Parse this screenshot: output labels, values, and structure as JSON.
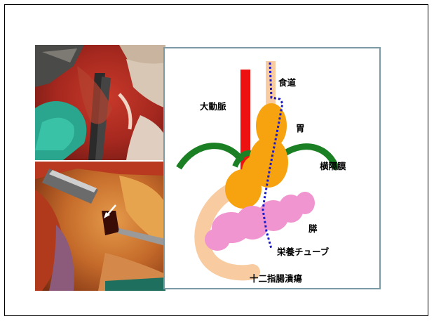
{
  "slide": {
    "labels": {
      "esophagus": "食道",
      "aorta": "大動脈",
      "stomach": "胃",
      "diaphragm": "横隔膜",
      "pancreas": "膵",
      "feeding_tube": "栄養チューブ",
      "duodenal_ulcer": "十二指腸潰瘍"
    },
    "photos": [
      {
        "name": "surgical-photo-upper"
      },
      {
        "name": "surgical-photo-lower",
        "arrow": "white-arrow-icon"
      }
    ],
    "colors": {
      "aorta": "#ee1111",
      "esophagus": "#f8cba0",
      "stomach": "#f7a20f",
      "diaphragm": "#1b7f24",
      "pancreas": "#f095d0",
      "duodenum": "#f8cba0",
      "feeding_tube": "#1a1acc",
      "diagram_border": "#7a9aa6"
    }
  }
}
